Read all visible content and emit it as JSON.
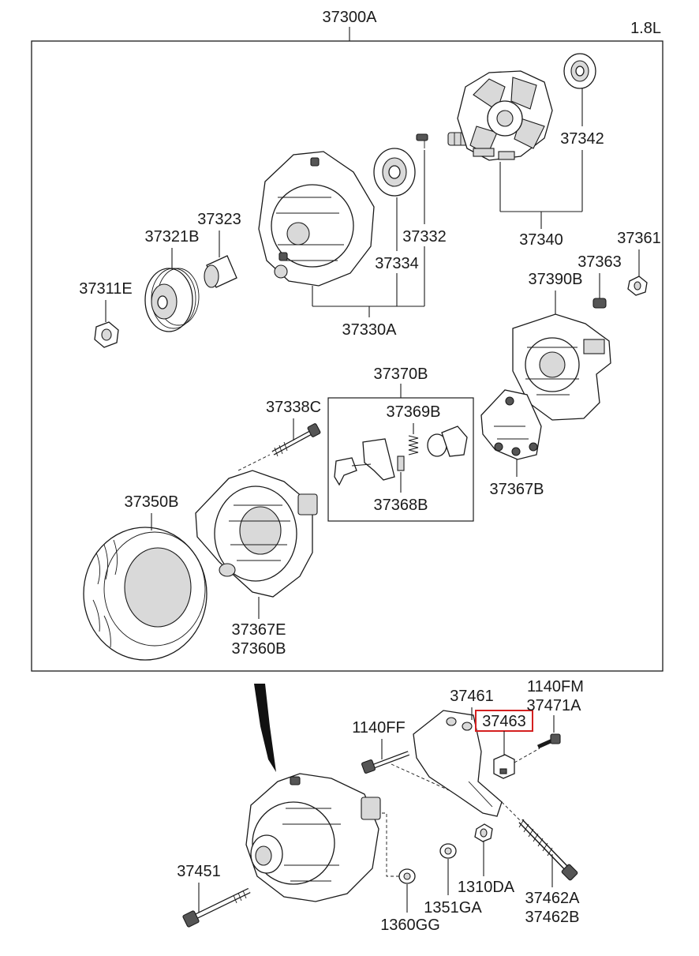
{
  "variant_label": "1.8L",
  "assembly_label": "37300A",
  "highlighted_part": "37463",
  "labels": {
    "p37342": "37342",
    "p37340": "37340",
    "p37323": "37323",
    "p37321B": "37321B",
    "p37311E": "37311E",
    "p37332": "37332",
    "p37334": "37334",
    "p37330A": "37330A",
    "p37361": "37361",
    "p37363": "37363",
    "p37390B": "37390B",
    "p37370B": "37370B",
    "p37369B": "37369B",
    "p37368B": "37368B",
    "p37367B": "37367B",
    "p37338C": "37338C",
    "p37350B": "37350B",
    "p37367E": "37367E",
    "p37360B": "37360B",
    "p37461": "37461",
    "p1140FM": "1140FM",
    "p37471A": "37471A",
    "p37463": "37463",
    "p1140FF": "1140FF",
    "p37451": "37451",
    "p1310DA": "1310DA",
    "p1351GA": "1351GA",
    "p1360GG": "1360GG",
    "p37462A": "37462A",
    "p37462B": "37462B"
  },
  "highlight_color": "#d42020"
}
